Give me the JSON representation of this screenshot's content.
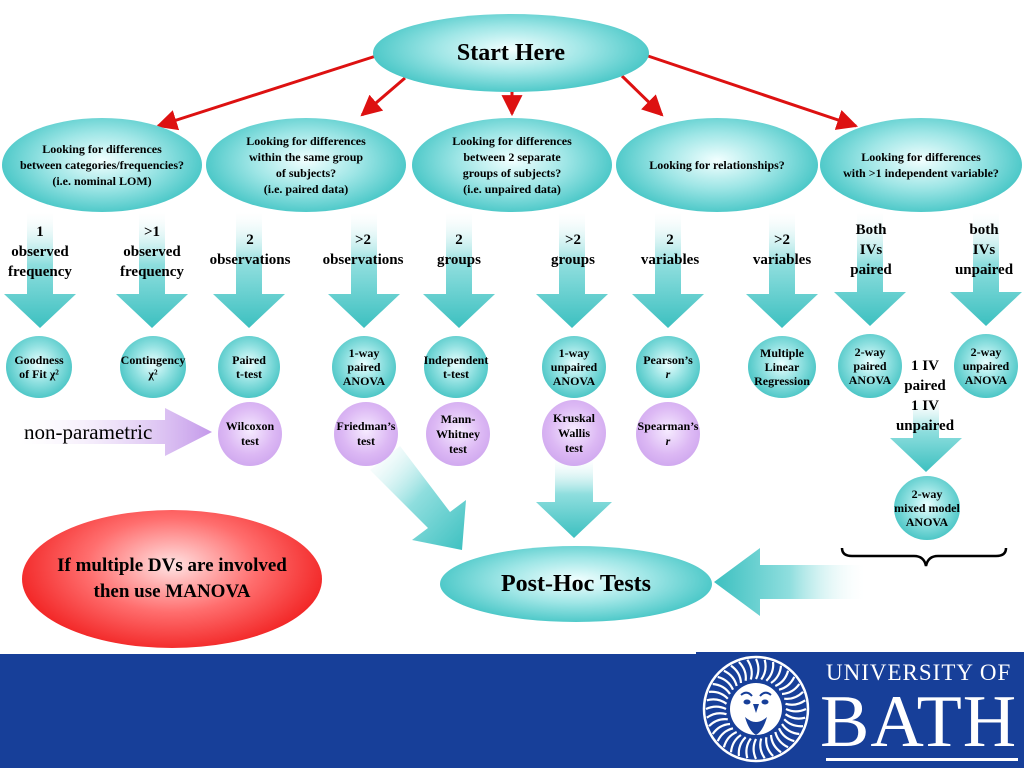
{
  "start": "Start Here",
  "top_questions": [
    {
      "id": "q1",
      "lines": [
        "Looking for differences",
        "between categories/frequencies?",
        "(i.e. nominal LOM)"
      ]
    },
    {
      "id": "q2",
      "lines": [
        "Looking for differences",
        "within the same group",
        "of subjects?",
        "(i.e. paired data)"
      ]
    },
    {
      "id": "q3",
      "lines": [
        "Looking for differences",
        "between 2 separate",
        "groups of subjects?",
        "(i.e. unpaired data)"
      ]
    },
    {
      "id": "q4",
      "lines": [
        "Looking for relationships?"
      ]
    },
    {
      "id": "q5",
      "lines": [
        "Looking for differences",
        "with >1 independent variable?"
      ]
    }
  ],
  "branch_labels": [
    {
      "id": "b1",
      "lines": [
        "1",
        "observed",
        "frequency"
      ]
    },
    {
      "id": "b2",
      "lines": [
        ">1",
        "observed",
        "frequency"
      ]
    },
    {
      "id": "b3",
      "lines": [
        "2",
        "observations"
      ]
    },
    {
      "id": "b4",
      "lines": [
        ">2",
        "observations"
      ]
    },
    {
      "id": "b5",
      "lines": [
        "2",
        "groups"
      ]
    },
    {
      "id": "b6",
      "lines": [
        ">2",
        "groups"
      ]
    },
    {
      "id": "b7",
      "lines": [
        "2",
        "variables"
      ]
    },
    {
      "id": "b8",
      "lines": [
        ">2",
        "variables"
      ]
    },
    {
      "id": "b9",
      "lines": [
        "Both",
        "IVs",
        "paired"
      ]
    },
    {
      "id": "b10",
      "lines": [
        "both",
        "IVs",
        "unpaired"
      ]
    }
  ],
  "parametric_tests": [
    {
      "id": "t1",
      "lines": [
        "Goodness",
        "of Fit χ²"
      ]
    },
    {
      "id": "t2",
      "lines": [
        "Contingency",
        "χ²"
      ]
    },
    {
      "id": "t3",
      "lines": [
        "Paired",
        "t-test"
      ]
    },
    {
      "id": "t4",
      "lines": [
        "1-way",
        "paired",
        "ANOVA"
      ]
    },
    {
      "id": "t5",
      "lines": [
        "Independent",
        "t-test"
      ]
    },
    {
      "id": "t6",
      "lines": [
        "1-way",
        "unpaired",
        "ANOVA"
      ]
    },
    {
      "id": "t7",
      "lines": [
        "Pearson’s",
        "r"
      ]
    },
    {
      "id": "t8",
      "lines": [
        "Multiple",
        "Linear",
        "Regression"
      ]
    },
    {
      "id": "t9",
      "lines": [
        "2-way",
        "paired",
        "ANOVA"
      ]
    },
    {
      "id": "t10",
      "lines": [
        "2-way",
        "unpaired",
        "ANOVA"
      ]
    }
  ],
  "nonparametric_tests": [
    {
      "id": "n1",
      "lines": [
        "Wilcoxon",
        "test"
      ]
    },
    {
      "id": "n2",
      "lines": [
        "Friedman’s",
        "test"
      ]
    },
    {
      "id": "n3",
      "lines": [
        "Mann-Whitney",
        "test"
      ]
    },
    {
      "id": "n4",
      "lines": [
        "Kruskal",
        "Wallis",
        "test"
      ]
    },
    {
      "id": "n5",
      "lines": [
        "Spearman’s",
        "r"
      ]
    }
  ],
  "mixed_label": {
    "lines": [
      "1 IV",
      "paired",
      "1 IV",
      "unpaired"
    ]
  },
  "mixed_test": {
    "lines": [
      "2-way",
      "mixed model",
      "ANOVA"
    ]
  },
  "nonparametric_label": "non-parametric",
  "posthoc": "Post-Hoc Tests",
  "manova": {
    "lines": [
      "If multiple DVs are involved",
      "then use MANOVA"
    ]
  },
  "logo": {
    "line1": "UNIVERSITY OF",
    "line2": "BATH"
  },
  "colors": {
    "teal": "#3ec3c3",
    "arrow_red": "#dd1111",
    "purple": "#c499ea",
    "footer_blue": "#173f99",
    "manova_red": "#ee1010"
  }
}
